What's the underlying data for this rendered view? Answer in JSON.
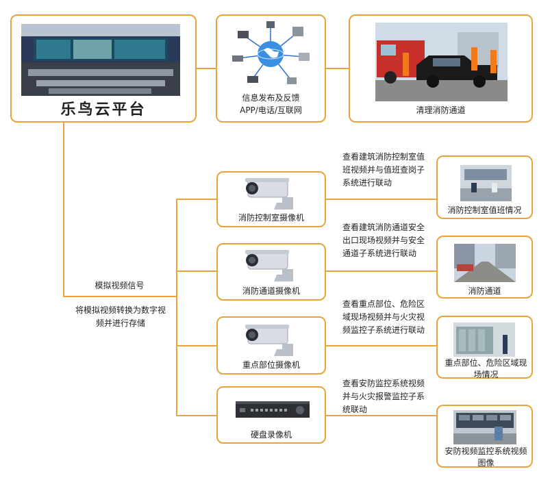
{
  "colors": {
    "accent": "#e8a33a"
  },
  "platform": {
    "title": "乐鸟云平台"
  },
  "info_release": {
    "label": "信息发布及反馈",
    "sublabel": "APP/电话/互联网"
  },
  "clear_channel": {
    "label": "清理消防通道"
  },
  "signal": {
    "analog": "模拟视频信号",
    "convert": "将模拟视频转换为数字视频并进行存储"
  },
  "devices": [
    {
      "label": "消防控制室摄像机",
      "note": "查看建筑消防控制室值班视频并与值班查岗子系统进行联动",
      "result": "消防控制室值班情况"
    },
    {
      "label": "消防通道摄像机",
      "note": "查看建筑消防通道安全出口现场视频并与安全通道子系统进行联动",
      "result": "消防通道"
    },
    {
      "label": "重点部位摄像机",
      "note": "查看重点部位、危险区域现场视频并与火灾视频监控子系统进行联动",
      "result": "重点部位、危险区域现场情况"
    },
    {
      "label": "硬盘录像机",
      "note": "查看安防监控系统视频并与火灾报警监控子系统联动",
      "result": "安防视频监控系统视频图像"
    }
  ]
}
